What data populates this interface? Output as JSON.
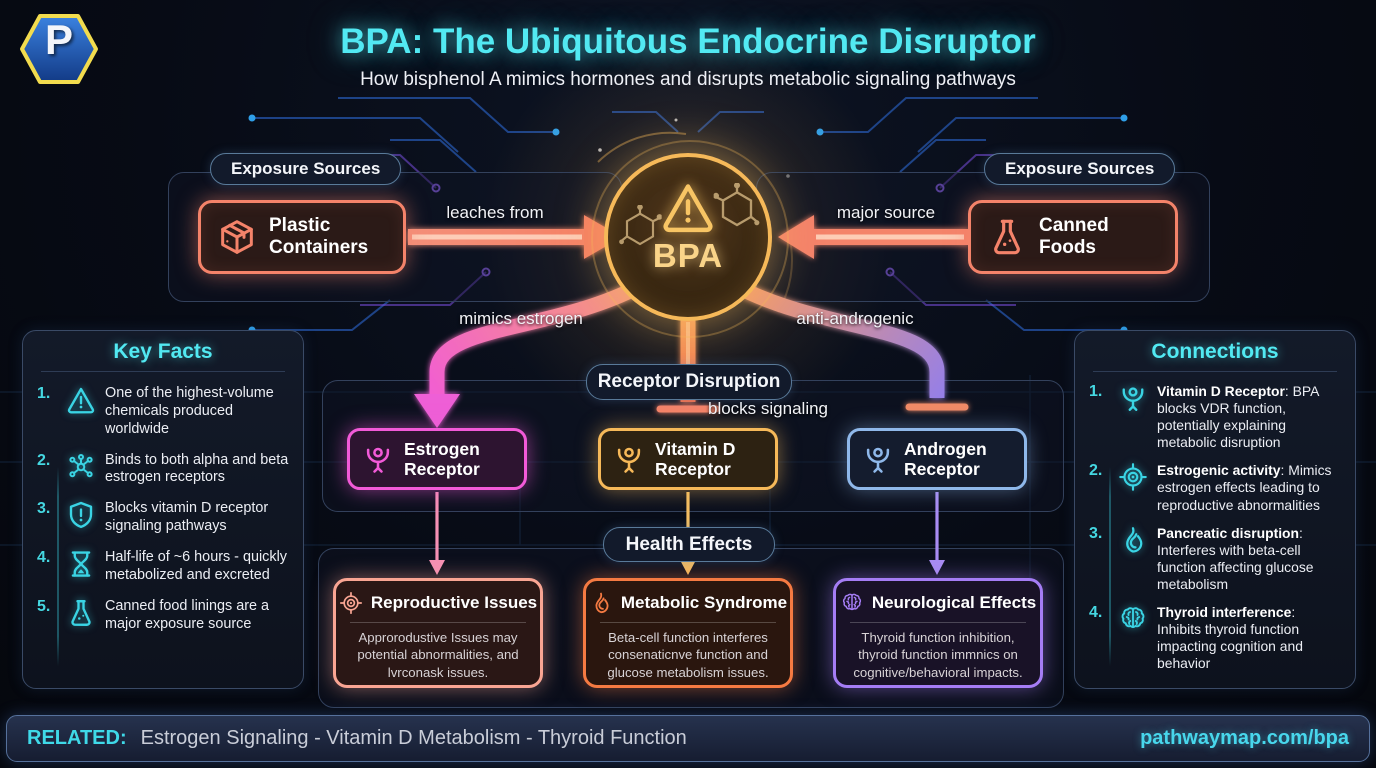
{
  "theme": {
    "accent_cyan": "#52e9f2",
    "salmon": "#f4836a",
    "salmon_light": "#f9a593",
    "gold": "#f6b959",
    "pink": "#f25ad8",
    "blue": "#8fb8ea",
    "orange": "#f57a42",
    "purple": "#a57df5"
  },
  "brand": {
    "letter": "P"
  },
  "header": {
    "title": "BPA: The Ubiquitous Endocrine Disruptor",
    "subtitle": "How bisphenol A mimics hormones and disrupts metabolic signaling pathways"
  },
  "center_node": {
    "label": "BPA",
    "icon": "warning-triangle-icon"
  },
  "exposure_left": {
    "section_label": "Exposure Sources",
    "item_label": "Plastic Containers",
    "icon": "package-box-icon"
  },
  "exposure_right": {
    "section_label": "Exposure Sources",
    "item_label": "Canned Foods",
    "icon": "flask-icon"
  },
  "flows": {
    "leaches_from": "leaches from",
    "major_source": "major source",
    "mimics_estrogen": "mimics estrogen",
    "blocks_signaling": "blocks signaling",
    "anti_androgenic": "anti-androgenic"
  },
  "receptor_section": {
    "label": "Receptor Disruption",
    "receptors": [
      {
        "name": "Estrogen Receptor",
        "color": "#f25ad8"
      },
      {
        "name": "Vitamin D Receptor",
        "color": "#f6b959"
      },
      {
        "name": "Androgen Receptor",
        "color": "#8fb8ea"
      }
    ]
  },
  "health_section": {
    "label": "Health Effects",
    "effects": [
      {
        "title": "Reproductive Issues",
        "icon": "target-icon",
        "color": "#f9a593",
        "body": "Approrodustive Issues may potential abnormalities, and lvrconask issues."
      },
      {
        "title": "Metabolic Syndrome",
        "icon": "flame-icon",
        "color": "#f57a42",
        "body": "Beta-cell function interferes consenaticnve function and glucose metabolism issues."
      },
      {
        "title": "Neurological Effects",
        "icon": "brain-icon",
        "color": "#a57df5",
        "body": "Thyroid function inhibition, thyroid function immnics on cognitive/behavioral impacts."
      }
    ]
  },
  "key_facts": {
    "title": "Key Facts",
    "items": [
      {
        "num": "1.",
        "icon": "warning-triangle-icon",
        "text": "One of the highest-volume chemicals produced worldwide"
      },
      {
        "num": "2.",
        "icon": "molecule-icon",
        "text": "Binds to both alpha and beta estrogen receptors"
      },
      {
        "num": "3.",
        "icon": "shield-icon",
        "text": "Blocks vitamin D receptor signaling pathways"
      },
      {
        "num": "4.",
        "icon": "hourglass-icon",
        "text": "Half-life of ~6 hours - quickly metabolized and excreted"
      },
      {
        "num": "5.",
        "icon": "flask-icon",
        "text": "Canned food linings are a major exposure source"
      }
    ]
  },
  "connections": {
    "title": "Connections",
    "items": [
      {
        "num": "1.",
        "icon": "receptor-icon",
        "bold": "Vitamin D Receptor",
        "rest": ": BPA blocks VDR function, potentially explaining metabolic disruption"
      },
      {
        "num": "2.",
        "icon": "target-icon",
        "bold": "Estrogenic activity",
        "rest": ": Mimics estrogen effects leading to reproductive abnormalities"
      },
      {
        "num": "3.",
        "icon": "flame-icon",
        "bold": "Pancreatic disruption",
        "rest": ": Interferes with beta-cell function affecting glucose metabolism"
      },
      {
        "num": "4.",
        "icon": "brain-icon",
        "bold": "Thyroid interference",
        "rest": ": Inhibits thyroid function impacting cognition and behavior"
      }
    ]
  },
  "footer": {
    "related_label": "RELATED:",
    "related_items": "Estrogen Signaling - Vitamin D Metabolism - Thyroid Function",
    "url": "pathwaymap.com/bpa"
  }
}
